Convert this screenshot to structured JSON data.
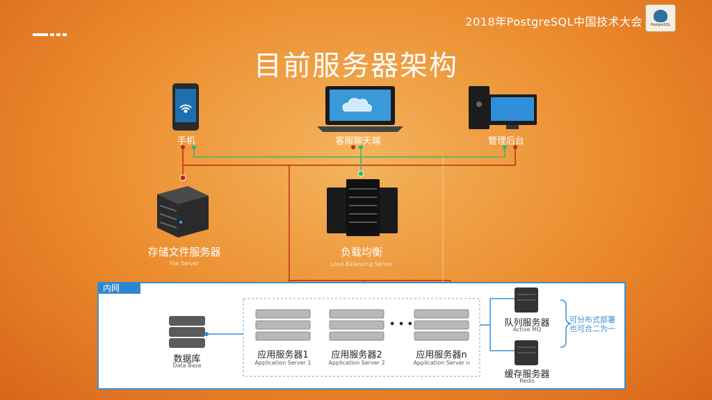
{
  "header": {
    "conference": "2018年PostgreSQL中国技术大会",
    "logo_text": "PostgreSQL"
  },
  "title": "目前服务器架构",
  "clients": {
    "phone": "手机",
    "chat": "客服聊天端",
    "admin": "管理后台"
  },
  "file_server": {
    "label": "存储文件服务器",
    "sub": "File Server"
  },
  "load_balancer": {
    "label": "负载均衡",
    "sub": "Load Balancing Server"
  },
  "intranet": {
    "tab": "内网",
    "database": {
      "label": "数据库",
      "sub": "Data Base"
    },
    "app1": {
      "label": "应用服务器1",
      "sub": "Application Server 1"
    },
    "app2": {
      "label": "应用服务器2",
      "sub": "Application Server 2"
    },
    "appn": {
      "label": "应用服务器n",
      "sub": "Application Server n"
    },
    "dots": "• • •",
    "mq": {
      "label": "队列服务器",
      "sub": "Active MQ"
    },
    "cache": {
      "label": "缓存服务器",
      "sub": "Redis"
    },
    "note_line1": "可分布式部署",
    "note_line2": "也可合二为一"
  },
  "colors": {
    "red_line": "#c0291d",
    "green_line": "#3cb371",
    "border_blue": "#3a8fd0"
  }
}
